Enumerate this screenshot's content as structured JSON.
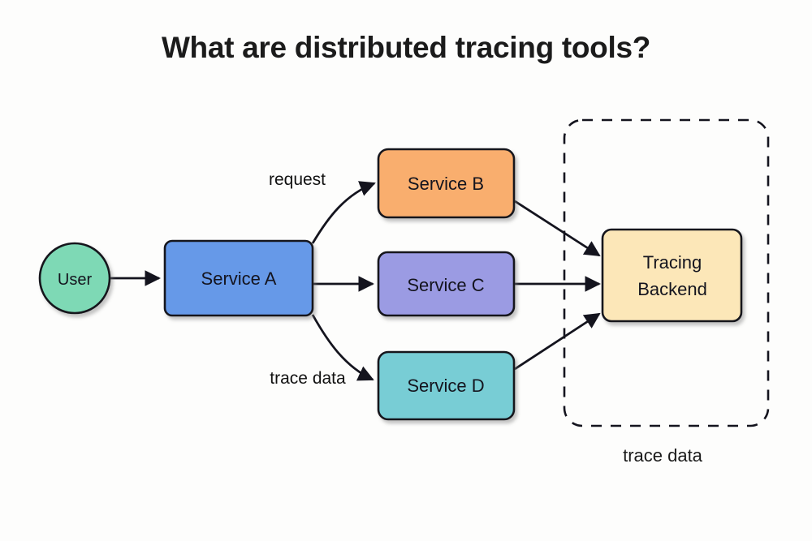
{
  "page": {
    "title": "What are distributed tracing tools?",
    "background_color": "#fdfdfc"
  },
  "diagram": {
    "type": "flow-diagram",
    "nodes": [
      {
        "id": "user",
        "label": "User",
        "shape": "circle",
        "color": "#7ed9b5"
      },
      {
        "id": "svc_a",
        "label": "Service A",
        "shape": "rounded-rect",
        "color": "#6699e8"
      },
      {
        "id": "svc_b",
        "label": "Service B",
        "shape": "rounded-rect",
        "color": "#f9ae6e"
      },
      {
        "id": "svc_c",
        "label": "Service C",
        "shape": "rounded-rect",
        "color": "#9b9be3"
      },
      {
        "id": "svc_d",
        "label": "Service D",
        "shape": "rounded-rect",
        "color": "#78cdd5"
      },
      {
        "id": "backend",
        "label_line1": "Tracing",
        "label_line2": "Backend",
        "shape": "rounded-rect",
        "color": "#fce7b8"
      }
    ],
    "edges": [
      {
        "from": "user",
        "to": "svc_a",
        "label": ""
      },
      {
        "from": "svc_a",
        "to": "svc_b",
        "label": "request"
      },
      {
        "from": "svc_a",
        "to": "svc_c",
        "label": ""
      },
      {
        "from": "svc_a",
        "to": "svc_d",
        "label": "trace data"
      },
      {
        "from": "svc_b",
        "to": "backend",
        "label": ""
      },
      {
        "from": "svc_c",
        "to": "backend",
        "label": ""
      },
      {
        "from": "svc_d",
        "to": "backend",
        "label": ""
      }
    ],
    "group": {
      "style": "dashed",
      "caption": "trace data"
    },
    "labels": {
      "request": "request",
      "trace_data_edge": "trace data",
      "trace_data_caption": "trace data"
    },
    "colors": {
      "stroke": "#14141e",
      "user": "#7ed9b5",
      "service_a": "#6699e8",
      "service_b": "#f9ae6e",
      "service_c": "#9b9be3",
      "service_d": "#78cdd5",
      "backend": "#fce7b8"
    }
  }
}
